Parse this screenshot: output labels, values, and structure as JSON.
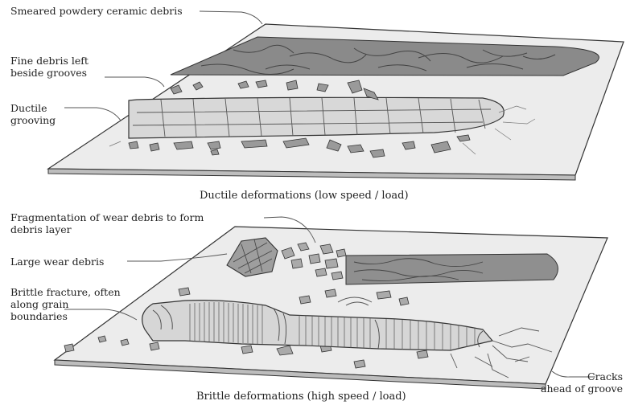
{
  "top_panel": {
    "labels": {
      "smeared": "Smeared powdery ceramic debris",
      "fine_debris_line1": "Fine debris left",
      "fine_debris_line2": "beside grooves",
      "ductile_line1": "Ductile",
      "ductile_line2": "grooving"
    },
    "caption": "Ductile deformations (low speed / load)"
  },
  "bottom_panel": {
    "labels": {
      "fragmentation_line1": "Fragmentation of wear debris to form",
      "fragmentation_line2": "debris layer",
      "large_debris": "Large wear debris",
      "brittle_line1": "Brittle fracture, often",
      "brittle_line2": "along grain",
      "brittle_line3": "boundaries",
      "cracks_line1": "Cracks",
      "cracks_line2": "ahead of groove"
    },
    "caption": "Brittle deformations (high speed / load)"
  }
}
